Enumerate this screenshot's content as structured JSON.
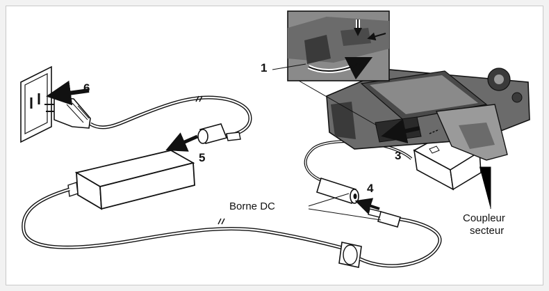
{
  "step_labels": {
    "step1": "1",
    "step3": "3",
    "step4": "4",
    "step5": "5",
    "step6": "6"
  },
  "callouts": {
    "dc_terminal": "Borne DC",
    "dc_coupler_line1": "Coupleur",
    "dc_coupler_line2": "secteur"
  },
  "colors": {
    "frame": "#f2f2f2",
    "panel_border": "#c8c8c8",
    "line": "#111111",
    "camera_body": "#6b6b6b",
    "camera_dark": "#3a3a3a",
    "camera_light": "#9a9a9a",
    "device_white": "#ffffff"
  }
}
